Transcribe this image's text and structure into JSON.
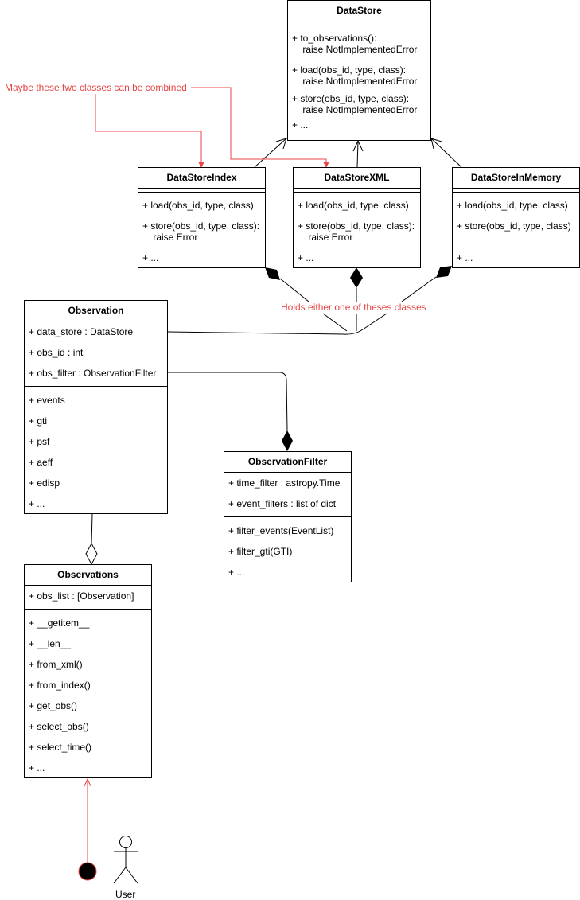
{
  "colors": {
    "note": "#e84545",
    "line": "#000000"
  },
  "datastore": {
    "title": "DataStore",
    "methods": [
      "+ to_observations():\n    raise NotImplementedError",
      "+ load(obs_id, type, class):\n    raise NotImplementedError",
      "+ store(obs_id, type, class):\n    raise NotImplementedError",
      "+ ..."
    ]
  },
  "datastore_index": {
    "title": "DataStoreIndex",
    "methods": [
      "+ load(obs_id, type, class)",
      "+ store(obs_id, type, class):\n    raise Error",
      "+ ..."
    ]
  },
  "datastore_xml": {
    "title": "DataStoreXML",
    "methods": [
      "+ load(obs_id, type, class)",
      "+ store(obs_id, type, class):\n    raise Error",
      "+ ..."
    ]
  },
  "datastore_memory": {
    "title": "DataStoreInMemory",
    "methods": [
      "+ load(obs_id, type, class)",
      "+ store(obs_id, type, class)",
      "+ ..."
    ]
  },
  "observation": {
    "title": "Observation",
    "attributes": [
      "+ data_store : DataStore",
      "+ obs_id : int",
      "+ obs_filter : ObservationFilter"
    ],
    "methods": [
      "+ events",
      "+ gti",
      "+ psf",
      "+ aeff",
      "+ edisp",
      "+ ..."
    ]
  },
  "observation_filter": {
    "title": "ObservationFilter",
    "attributes": [
      "+ time_filter : astropy.Time",
      "+ event_filters : list of dict"
    ],
    "methods": [
      "+ filter_events(EventList)",
      "+ filter_gti(GTI)",
      "+ ..."
    ]
  },
  "observations": {
    "title": "Observations",
    "attributes": [
      "+ obs_list : [Observation]"
    ],
    "methods": [
      "+ __getitem__",
      "+ __len__",
      "+ from_xml()",
      "+ from_index()",
      "+ get_obs()",
      "+ select_obs()",
      "+ select_time()",
      "+ ..."
    ]
  },
  "notes": {
    "combine": "Maybe these two classes can be combined",
    "holds": "Holds either one of theses classes"
  },
  "actor": {
    "label": "User"
  }
}
